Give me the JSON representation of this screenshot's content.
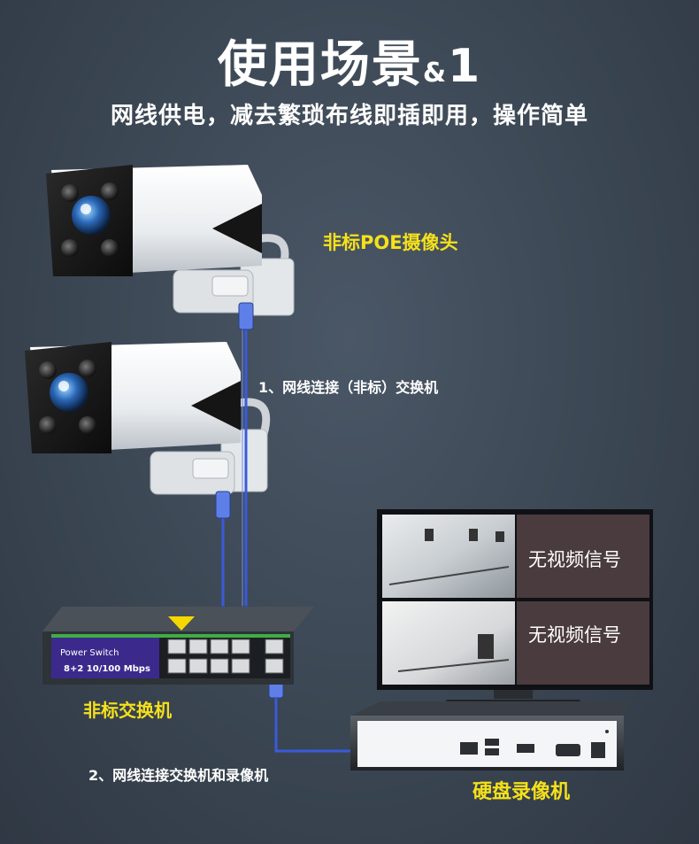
{
  "header": {
    "title_main": "使用场景",
    "title_amp": "&",
    "title_num": "1",
    "subtitle": "网线供电，减去繁琐布线即插即用，操作简单"
  },
  "labels": {
    "camera": "非标POE摄像头",
    "step1": "1、网线连接（非标）交换机",
    "switch": "非标交换机",
    "step2": "2、网线连接交换机和录像机",
    "nvr": "硬盘录像机"
  },
  "switch_device": {
    "brand_line1": "Power Switch",
    "brand_line2": "8+2  10/100 Mbps"
  },
  "monitor": {
    "panel1_text": "无视频信号",
    "panel2_text": "无视频信号"
  },
  "colors": {
    "accent_yellow": "#f5e11a",
    "cable_blue": "#3a5bd9",
    "switch_purple": "#3b2a8c",
    "switch_green": "#3fae45"
  }
}
